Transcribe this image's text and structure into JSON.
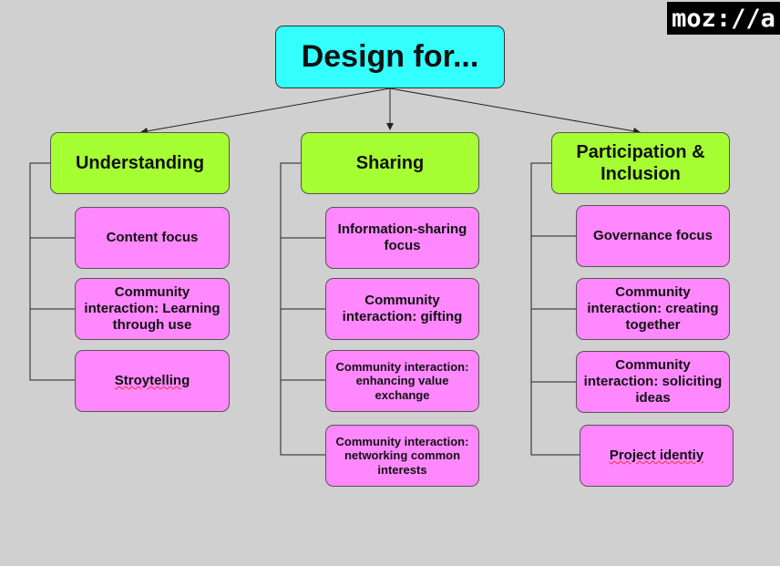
{
  "logo": {
    "text": "moz://a"
  },
  "root": {
    "label": "Design for..."
  },
  "categories": [
    {
      "label": "Understanding",
      "items": [
        {
          "label": "Content focus"
        },
        {
          "label": "Community interaction: Learning through use"
        },
        {
          "label": "Stroytelling"
        }
      ]
    },
    {
      "label": "Sharing",
      "items": [
        {
          "label": "Information-sharing focus"
        },
        {
          "label": "Community interaction: gifting"
        },
        {
          "label": "Community interaction: enhancing value exchange"
        },
        {
          "label": "Community interaction: networking common interests"
        }
      ]
    },
    {
      "label": "Participation & Inclusion",
      "items": [
        {
          "label": "Governance focus"
        },
        {
          "label": "Community interaction:  creating together"
        },
        {
          "label": "Community interaction: soliciting ideas"
        },
        {
          "label": "Project identiy"
        }
      ]
    }
  ],
  "colors": {
    "background": "#d0d0d0",
    "root_fill": "#33ffff",
    "category_fill": "#a6ff33",
    "leaf_fill": "#ff88ff",
    "logo_fill": "#000000"
  }
}
